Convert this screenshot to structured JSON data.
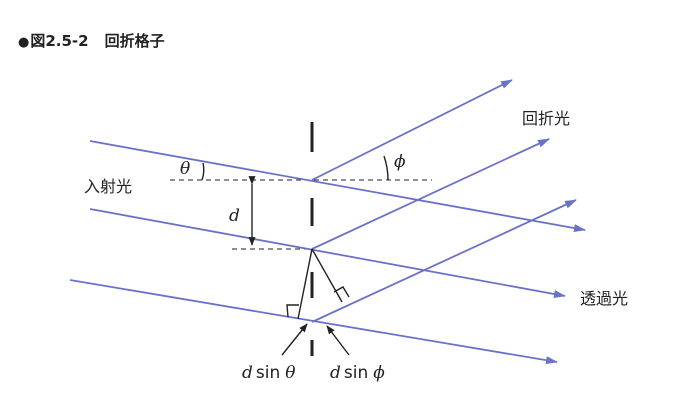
{
  "figure": {
    "bullet": "●",
    "number": "図2.5-2",
    "title": "回折格子"
  },
  "labels": {
    "incident": "入射光",
    "diffracted": "回折光",
    "transmitted": "透過光",
    "theta": "θ",
    "phi": "ϕ",
    "d": "d",
    "dsin": "d",
    "sin": "sin",
    "dsin_theta_var": "θ",
    "dsin_phi_var": "ϕ"
  },
  "colors": {
    "ray": "#6a72c8",
    "ink": "#222222"
  }
}
